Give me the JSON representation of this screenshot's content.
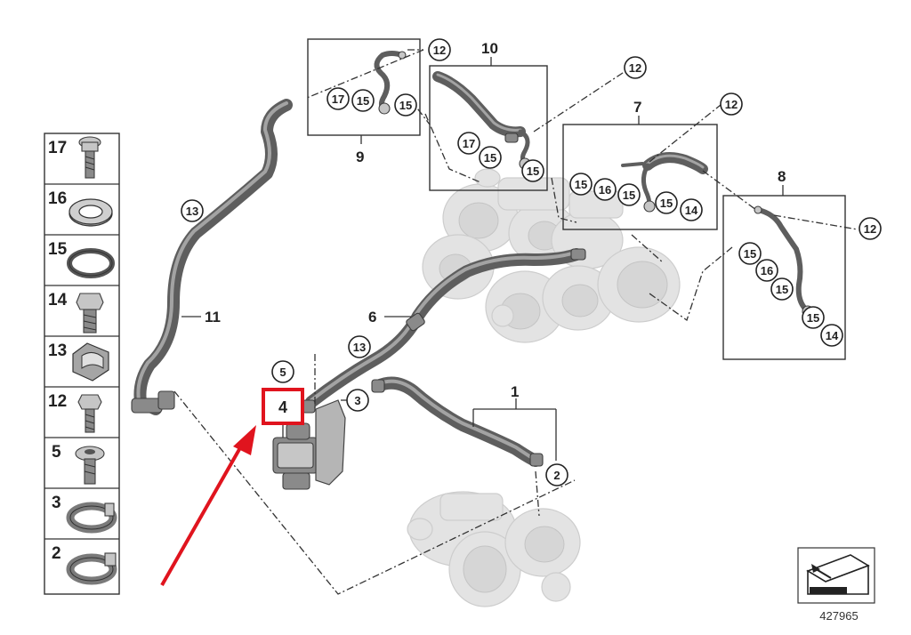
{
  "diagram": {
    "parts_legend": [
      "17",
      "16",
      "15",
      "14",
      "13",
      "12",
      "5",
      "3",
      "2"
    ],
    "group_labels": {
      "g1": "1",
      "g6": "6",
      "g7": "7",
      "g8": "8",
      "g9": "9",
      "g10": "10",
      "g11": "11"
    },
    "callouts": {
      "c2": "2",
      "c3": "3",
      "c5": "5",
      "c12": "12",
      "c13": "13",
      "c14": "14",
      "c15": "15",
      "c16": "16",
      "c17": "17"
    },
    "highlighted_part": "4",
    "highlight_color": "#e0141e",
    "arrow_color": "#e0141e",
    "diagram_number": "427965"
  }
}
